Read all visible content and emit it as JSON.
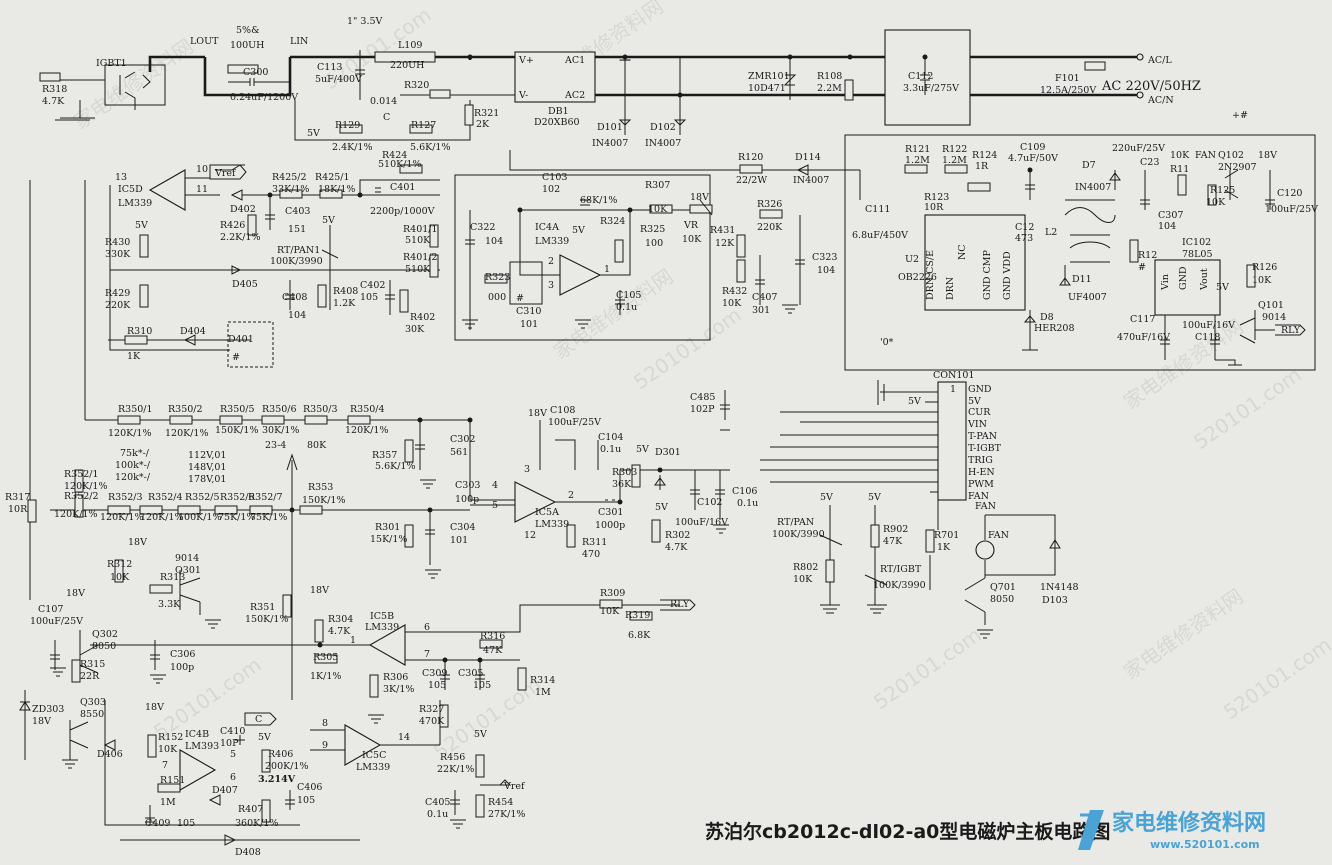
{
  "title": "苏泊尔cb2012c-dl02-a0型电磁炉主板电路图",
  "watermark": {
    "text": "家电维修资料网",
    "url": "520101.com",
    "logo_text": "家电维修资料网",
    "logo_url": "www.520101.com"
  },
  "mains": {
    "label": "AC 220V/50HZ",
    "line": "AC/L",
    "neutral": "AC/N"
  },
  "annotations": {
    "v35": "1\" 3.5V",
    "v3214": "3.214V",
    "note234": "23-4",
    "plus1": "+#",
    "zero": "'0*",
    "pct": "5%&",
    "c_marker": "C",
    "c_marker2": "C",
    "val0014": "0.014"
  },
  "labels": {
    "IGBT1": "IGBT1",
    "R318": "R318",
    "R318v": "4.7K",
    "LOUT": "LOUT",
    "LIN": "LIN",
    "L1v": "100UH",
    "C300": "C300",
    "C300v": "0.24uF/1200V",
    "C113": "C113",
    "C113v": "5uF/400V",
    "L109": "L109",
    "L109v": "220UH",
    "R320": "R320",
    "DB1": "DB1",
    "DB1v": "D20XB60",
    "DBv1": "V+",
    "DBac1": "AC1",
    "DBv2": "V-",
    "DBac2": "AC2",
    "ZMR101": "ZMR101",
    "ZMRv": "10D471",
    "R108": "R108",
    "R108v": "2.2M",
    "C112": "C112",
    "C112v": "3.3uF/275V",
    "F101": "F101",
    "F101v": "12.5A/250V",
    "R129": "R129",
    "R129v": "2.4K/1%",
    "R127": "R127",
    "R127v": "5.6K/1%",
    "R321": "R321",
    "R321v": "2K",
    "D101": "D101",
    "D101v": "IN4007",
    "D102": "D102",
    "D102v": "IN4007",
    "R121": "R121",
    "R121v": "1.2M",
    "R122": "R122",
    "R122v": "1.2M",
    "R124": "R124",
    "R124v": "1R",
    "C109": "C109",
    "C109v": "4.7uF/50V",
    "C23": "C23",
    "C23v": "220uF/25V",
    "R11": "R11",
    "R11v": "10K",
    "FANl": "FAN",
    "Q102": "Q102",
    "Q102v": "2N2907",
    "V18a": "18V",
    "R125": "R125",
    "R125v": "10K",
    "C120": "C120",
    "C120v": "100uF/25V",
    "R120": "R120",
    "R120v": "22/2W",
    "D114": "D114",
    "D114v": "IN4007",
    "C111": "C111",
    "C111v": "6.8uF/450V",
    "R123": "R123",
    "R123v": "10R",
    "C12": "C12",
    "C12v": "473",
    "D7": "D7",
    "D7v": "IN4007",
    "C307": "C307",
    "C307v": "104",
    "L2": "L2",
    "U2": "U2",
    "U2v": "OB2226",
    "U2p1": "DRN CS/E",
    "U2p2": "DRN",
    "U2p3": "NC",
    "U2p4": "GND CMP",
    "U2p5": "GND VDD",
    "D11": "D11",
    "D11v": "UF4007",
    "D8": "D8",
    "D8v": "HER208",
    "R12": "R12",
    "R12v": "#",
    "IC102": "IC102",
    "IC102v": "78L05",
    "IC102vin": "Vin",
    "IC102gnd": "GND",
    "IC102vout": "Vout",
    "R126": "R126",
    "R126v": "10K",
    "V5a": "5V",
    "Q101": "Q101",
    "Q101v": "9014",
    "RLY1": "RLY",
    "C117": "C117",
    "C117v": "470uF/16V",
    "C118": "C118",
    "C118v": "100uF/16V",
    "IC5D": "IC5D",
    "IC5Dv": "LM339",
    "Vref1": "Vref",
    "p13": "13",
    "p10": "10",
    "p11": "11",
    "D402": "D402",
    "R425_2": "R425/2",
    "R425_2v": "33K/1%",
    "R425_1": "R425/1",
    "R425_1v": "18K/1%",
    "R424": "R424",
    "R424v": "510K/1%",
    "C401": "C401",
    "C401v": "2200p/1000V",
    "C403": "C403",
    "C403v": "151",
    "R426": "R426",
    "R426v": "2.2K/1%",
    "R430": "R430",
    "R430v": "330K",
    "RTPAN1": "RT/PAN1",
    "RTPAN1v": "100K/3990",
    "V5b": "5V",
    "R429": "R429",
    "R429v": "220K",
    "D405": "D405",
    "C408": "C408",
    "C408v": "104",
    "R408": "R408",
    "R408v": "1.2K",
    "R401_1": "R401/1",
    "R401_1v": "510K",
    "R401_2": "R401/2",
    "R401_2v": "510K",
    "C402": "C402",
    "C402v": "105",
    "R402": "R402",
    "R402v": "30K",
    "R310": "R310",
    "R310v": "1K",
    "D404": "D404",
    "D401": "D401",
    "D401v": "#",
    "C103": "C103",
    "C103v": "102",
    "R324": "R324",
    "R324v": "68K/1%",
    "R307": "R307",
    "R307v": "10K",
    "V18b": "18V",
    "VR": "VR",
    "VRv": "10K",
    "R326": "R326",
    "R326v": "220K",
    "C322": "C322",
    "C322v": "104",
    "IC4A": "IC4A",
    "IC4Av": "LM339",
    "V5c": "5V",
    "R325": "R325",
    "R325v": "100",
    "R431": "R431",
    "R431v": "12K",
    "C323": "C323",
    "C323v": "104",
    "R323": "R323",
    "R323v": "000",
    "C310": "C310",
    "C310v": "101",
    "C105": "C105",
    "C105v": "0.1u",
    "R432": "R432",
    "R432v": "10K",
    "C407": "C407",
    "C407v": "301",
    "p2": "2",
    "p3": "3",
    "p1": "1",
    "CON101": "CON101",
    "con1": "GND",
    "con2": "5V",
    "con3": "CUR",
    "con4": "VIN",
    "con5": "T-PAN",
    "con6": "T-IGBT",
    "con7": "TRIG",
    "con8": "H-EN",
    "con9": "PWM",
    "con10": "FAN",
    "V5con": "5V",
    "C485": "C485",
    "C485v": "102P",
    "R350_1": "R350/1",
    "R350_1v": "120K/1%",
    "R350_2": "R350/2",
    "R350_2v": "120K/1%",
    "R350_5": "R350/5",
    "R350_5v": "150K/1%",
    "R350_6": "R350/6",
    "R350_6v": "30K/1%",
    "R350_3": "R350/3",
    "R350_3v": "80K",
    "R350_4": "R350/4",
    "R350_4v": "120K/1%",
    "V18c": "18V",
    "C108": "C108",
    "C108v": "100uF/25V",
    "C104": "C104",
    "C104v": "0.1u",
    "C302": "C302",
    "C302v": "561",
    "R357": "R357",
    "R357v": "5.6K/1%",
    "R303": "R303",
    "R303v": "36K",
    "D301": "D301",
    "V5d": "5V",
    "V5e": "5V",
    "C303": "C303",
    "C303v": "100p",
    "IC5A": "IC5A",
    "IC5Av": "LM339",
    "p4": "4",
    "p5": "5",
    "p3b": "3",
    "p12": "12",
    "p2b": "2",
    "C301": "C301",
    "C301v": "1000p",
    "C102": "C102",
    "C102v": "100uF/16V",
    "C106": "C106",
    "C106v": "0.1u",
    "R302": "R302",
    "R302v": "4.7K",
    "R311": "R311",
    "R311v": "470",
    "R301": "R301",
    "R301v": "15K/1%",
    "C304": "C304",
    "C304v": "101",
    "R353": "R353",
    "R353v": "150K/1%",
    "R352_1": "R352/1",
    "R352_1v": "120K/1%",
    "R352_2": "R352/2",
    "R352_2v": "120K/1%",
    "R352_3": "R352/3",
    "R352_3v": "120K/1%",
    "R352_4": "R352/4",
    "R352_4v": "120K/1%",
    "R352_5": "R352/5",
    "R352_5v": "100K/1%",
    "R352_6": "R352/6",
    "R352_6v": "75K/1%",
    "R352_7": "R352/7",
    "R352_7v": "75K/1%",
    "opt1": "75k*-/",
    "opt2": "100k*-/",
    "opt3": "120k*-/",
    "opt4": "112V,01",
    "opt5": "148V,01",
    "opt6": "178V,01",
    "R317": "R317",
    "R317v": "10R",
    "RTPAN": "RT/PAN",
    "RTPANv": "100K/3990",
    "V5f": "5V",
    "V5g": "5V",
    "R902": "R902",
    "R902v": "47K",
    "RTIGBT": "RT/IGBT",
    "RTIGBTv": "100K/3990",
    "R802": "R802",
    "R802v": "10K",
    "R701": "R701",
    "R701v": "1K",
    "FAN2": "FAN",
    "FAN3": "FAN",
    "Q701": "Q701",
    "Q701v": "8050",
    "D103": "D103",
    "D103v": "1N4148",
    "R312": "R312",
    "R312v": "10K",
    "V18d": "18V",
    "Q301": "Q301",
    "Q301v": "9014",
    "R313": "R313",
    "R313v": "3.3K",
    "R309": "R309",
    "R309v": "10K",
    "RLY2": "RLY",
    "R319": "R319",
    "R319v": "6.8K",
    "C107": "C107",
    "C107v": "100uF/25V",
    "V18e": "18V",
    "Q302": "Q302",
    "Q302v": "8050",
    "R315": "R315",
    "R315v": "22R",
    "C306": "C306",
    "C306v": "100p",
    "V18f": "18V",
    "R304": "R304",
    "R304v": "4.7K",
    "R351": "R351",
    "R351v": "150K/1%",
    "IC5B": "IC5B",
    "IC5Bv": "LM339",
    "p6": "6",
    "p7": "7",
    "p1b": "1",
    "R316": "R316",
    "R316v": "47K",
    "R305": "R305",
    "R305v": "1K/1%",
    "R306": "R306",
    "R306v": "3K/1%",
    "C309": "C309",
    "C309v": "105",
    "C305": "C305",
    "C305v": "105",
    "R314": "R314",
    "R314v": "1M",
    "R327": "R327",
    "R327v": "470K",
    "ZD303": "ZD303",
    "ZD303v": "18V",
    "Q303": "Q303",
    "Q303v": "8550",
    "D406": "D406",
    "V18g": "18V",
    "R152": "R152",
    "R152v": "10K",
    "IC4B": "IC4B",
    "IC4Bv": "LM393",
    "C410": "C410",
    "C410v": "10P",
    "V5h": "5V",
    "R406": "R406",
    "R406v": "200K/1%",
    "p7b": "7",
    "p5b": "5",
    "p6b": "6",
    "R151": "R151",
    "R151v": "1M",
    "D407": "D407",
    "C409": "C409",
    "C409v": "105",
    "R407": "R407",
    "R407v": "360K/1%",
    "C406": "C406",
    "C406v": "105",
    "D408": "D408",
    "IC5C": "IC5C",
    "IC5Cv": "LM339",
    "p8": "8",
    "p9": "9",
    "p14": "14",
    "R456": "R456",
    "R456v": "22K/1%",
    "V5i": "5V",
    "Vref2": "Vref",
    "C405": "C405",
    "C405v": "0.1u",
    "R454": "R454",
    "R454v": "27K/1%"
  }
}
